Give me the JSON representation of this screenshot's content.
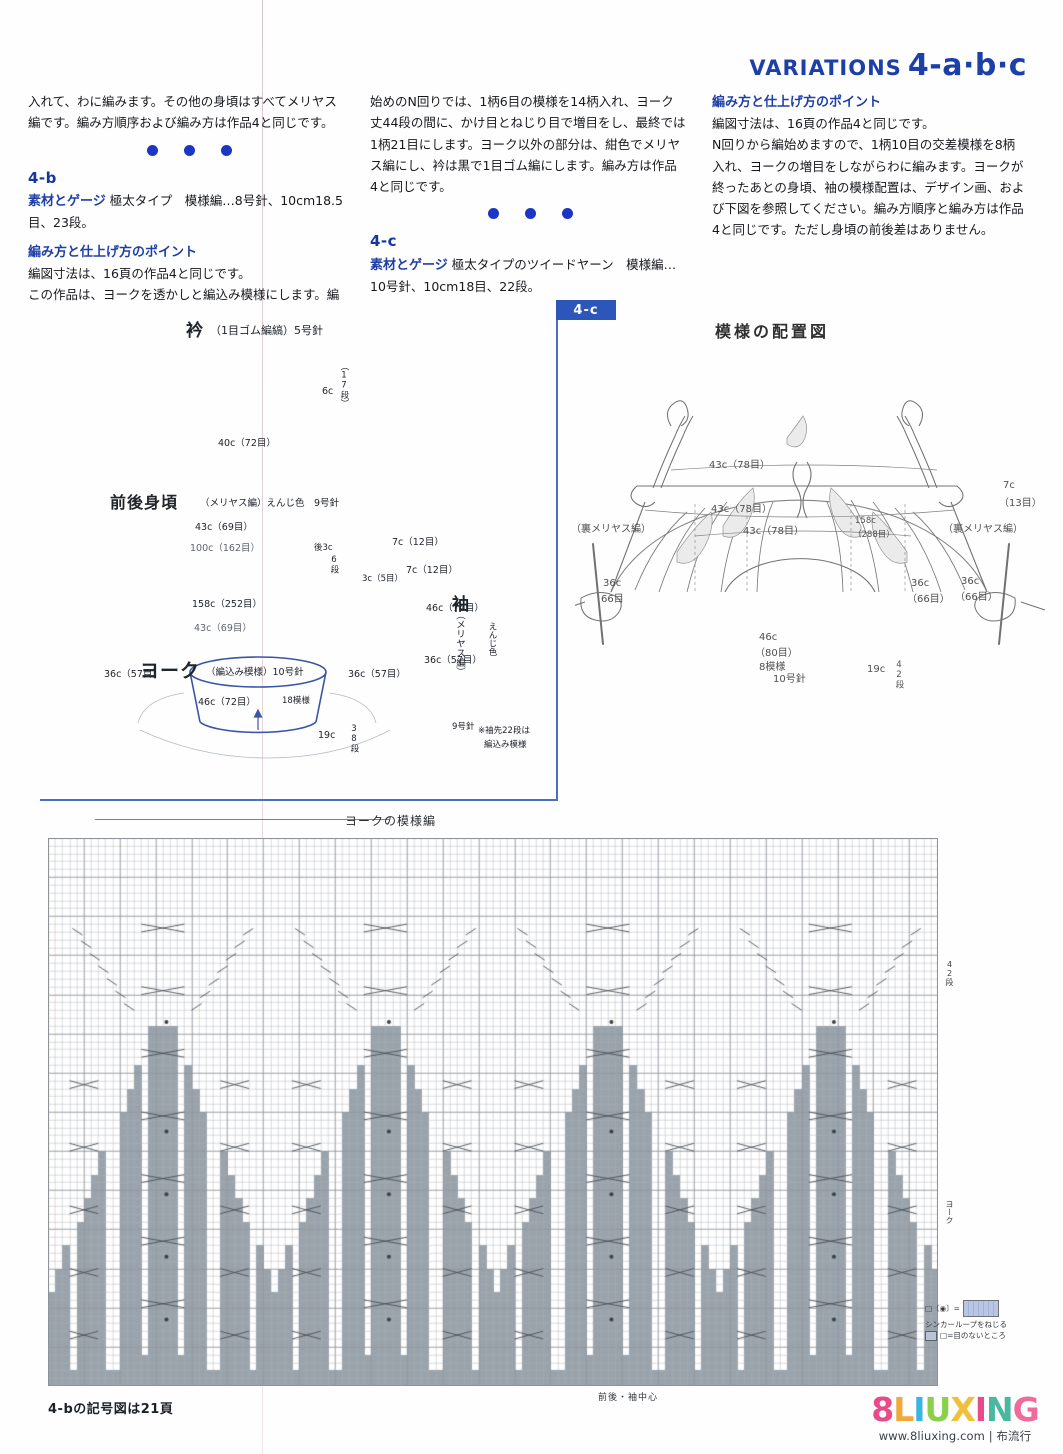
{
  "header": {
    "variations_word": "VARIATIONS",
    "variations_code": "4-a·b·c"
  },
  "columns": {
    "col1": {
      "intro_p1": "入れて、わに編みます。その他の身頃はすべてメリヤス",
      "intro_p2": "編です。編み方順序および編み方は作品4と同じです。",
      "section_code": "4-b",
      "gauge_heading": "素材とゲージ",
      "gauge_text": "極太タイプ　模様編…8号針、10cm18.5",
      "gauge_text2": "目、23段。",
      "points_heading": "編み方と仕上げ方のポイント",
      "points_p1": "編図寸法は、16頁の作品4と同じです。",
      "points_p2": "この作品は、ヨークを透かしと編込み模様にします。編"
    },
    "col2": {
      "p1": "始めのN回りでは、1柄6目の模様を14柄入れ、ヨーク",
      "p2": "丈44段の間に、かけ目とねじり目で増目をし、最終では",
      "p3": "1柄21目にします。ヨーク以外の部分は、紺色でメリヤ",
      "p4": "ス編にし、衿は黒で1目ゴム編にします。編み方は作品",
      "p5": "4と同じです。",
      "section_code": "4-c",
      "gauge_heading": "素材とゲージ",
      "gauge_text": "極太タイプのツイードヤーン　模様編…",
      "gauge_text2": "10号針、10cm18目、22段。"
    },
    "col3": {
      "points_heading": "編み方と仕上げ方のポイント",
      "p1": "編図寸法は、16頁の作品4と同じです。",
      "p2": "N回りから編始めますので、1柄10目の交差模様を8柄",
      "p3": "入れ、ヨークの増目をしながらわに編みます。ヨークが",
      "p4": "終ったあとの身頃、袖の模様配置は、デザイン画、およ",
      "p5": "び下図を参照してください。編み方順序と編み方は作品",
      "p6": "4と同じです。ただし身頃の前後差はありません。"
    }
  },
  "badge": {
    "label": "4-c"
  },
  "schematic": {
    "collar": {
      "title": "衿",
      "subtitle": "（1目ゴム編縞）5号針",
      "height_label": "6c",
      "rows_label": "（17段）",
      "width_label": "40c（72目）"
    },
    "body": {
      "title": "前後身頃",
      "subtitle": "（メリヤス編）えんじ色　9号針",
      "top_width": "43c（69目）",
      "full_width": "100c（162目）",
      "shoulder": "後3c",
      "rows6": "6段",
      "sleeve_top": "7c（12目）",
      "sleeve_top2": "7c（12目）",
      "seg3c": "3c（5目）"
    },
    "yoke": {
      "title": "ヨーク",
      "subtitle": "（編込み模様）10号針",
      "outer": "158c（252目）",
      "inner": "43c（69目）",
      "left_side": "36c（57目）",
      "right_side": "36c（57目）",
      "bottom": "46c（72目）",
      "patterns": "18模様",
      "depth": "19c",
      "depth_rows": "38段"
    },
    "sleeve": {
      "title": "袖",
      "subtitle": "（メリヤス編）",
      "color": "えんじ色",
      "needle": "9号針",
      "width": "46c（74目）",
      "cuff": "36c（57目）",
      "note": "※袖先22段は",
      "note2": "編込み模様"
    }
  },
  "pencil": {
    "title": "模様の配置図",
    "top_width": "43c（78目）",
    "mid_width": "43c（78目）",
    "inner_width": "43c（78目）",
    "outer_width": "158c",
    "outer_stitches": "（288目）",
    "shoulder": "7c",
    "shoulder_st": "（13目）",
    "left_tex": "（裏メリヤス編）",
    "right_tex": "（裏メリヤス編）",
    "left_sleeve": "36c",
    "left_sleeve_st": "66目",
    "right_sleeve": "36c",
    "right_sleeve_st": "（66目）",
    "right_sleeve2": "36c",
    "right_sleeve2_st": "（66目）",
    "neck": "46c",
    "neck_st": "（80目）",
    "neck_patterns": "8模様",
    "neck_needle": "10号針",
    "depth": "19c",
    "depth_rows": "42段"
  },
  "chart": {
    "title": "ヨークの模様編",
    "center_label": "前後・袖中心",
    "side_rows_label": "42段",
    "side_yoke_label": "ヨーク"
  },
  "legend": {
    "line1": "シンカーループをねじる",
    "line2": "□=目のないところ",
    "symbol1": "□〔◉〕="
  },
  "bottom_note": "4-bの記号図は21頁",
  "watermark": {
    "logo": "8LIUXING",
    "url": "www.8liuxing.com | 布流行"
  },
  "chart_data": {
    "type": "table",
    "title": "ヨークの模様編",
    "description": "Knitting stitch chart grid for yoke pattern",
    "columns": 124,
    "rows": 70,
    "grid": true,
    "filled_color": "#9aa3ab",
    "empty_color": "#ffffff",
    "grid_color": "#aab0b8",
    "motif_repeats": 4,
    "notes": [
      "filled cells = 目のないところ",
      "arrow symbols = decrease/increase"
    ]
  }
}
